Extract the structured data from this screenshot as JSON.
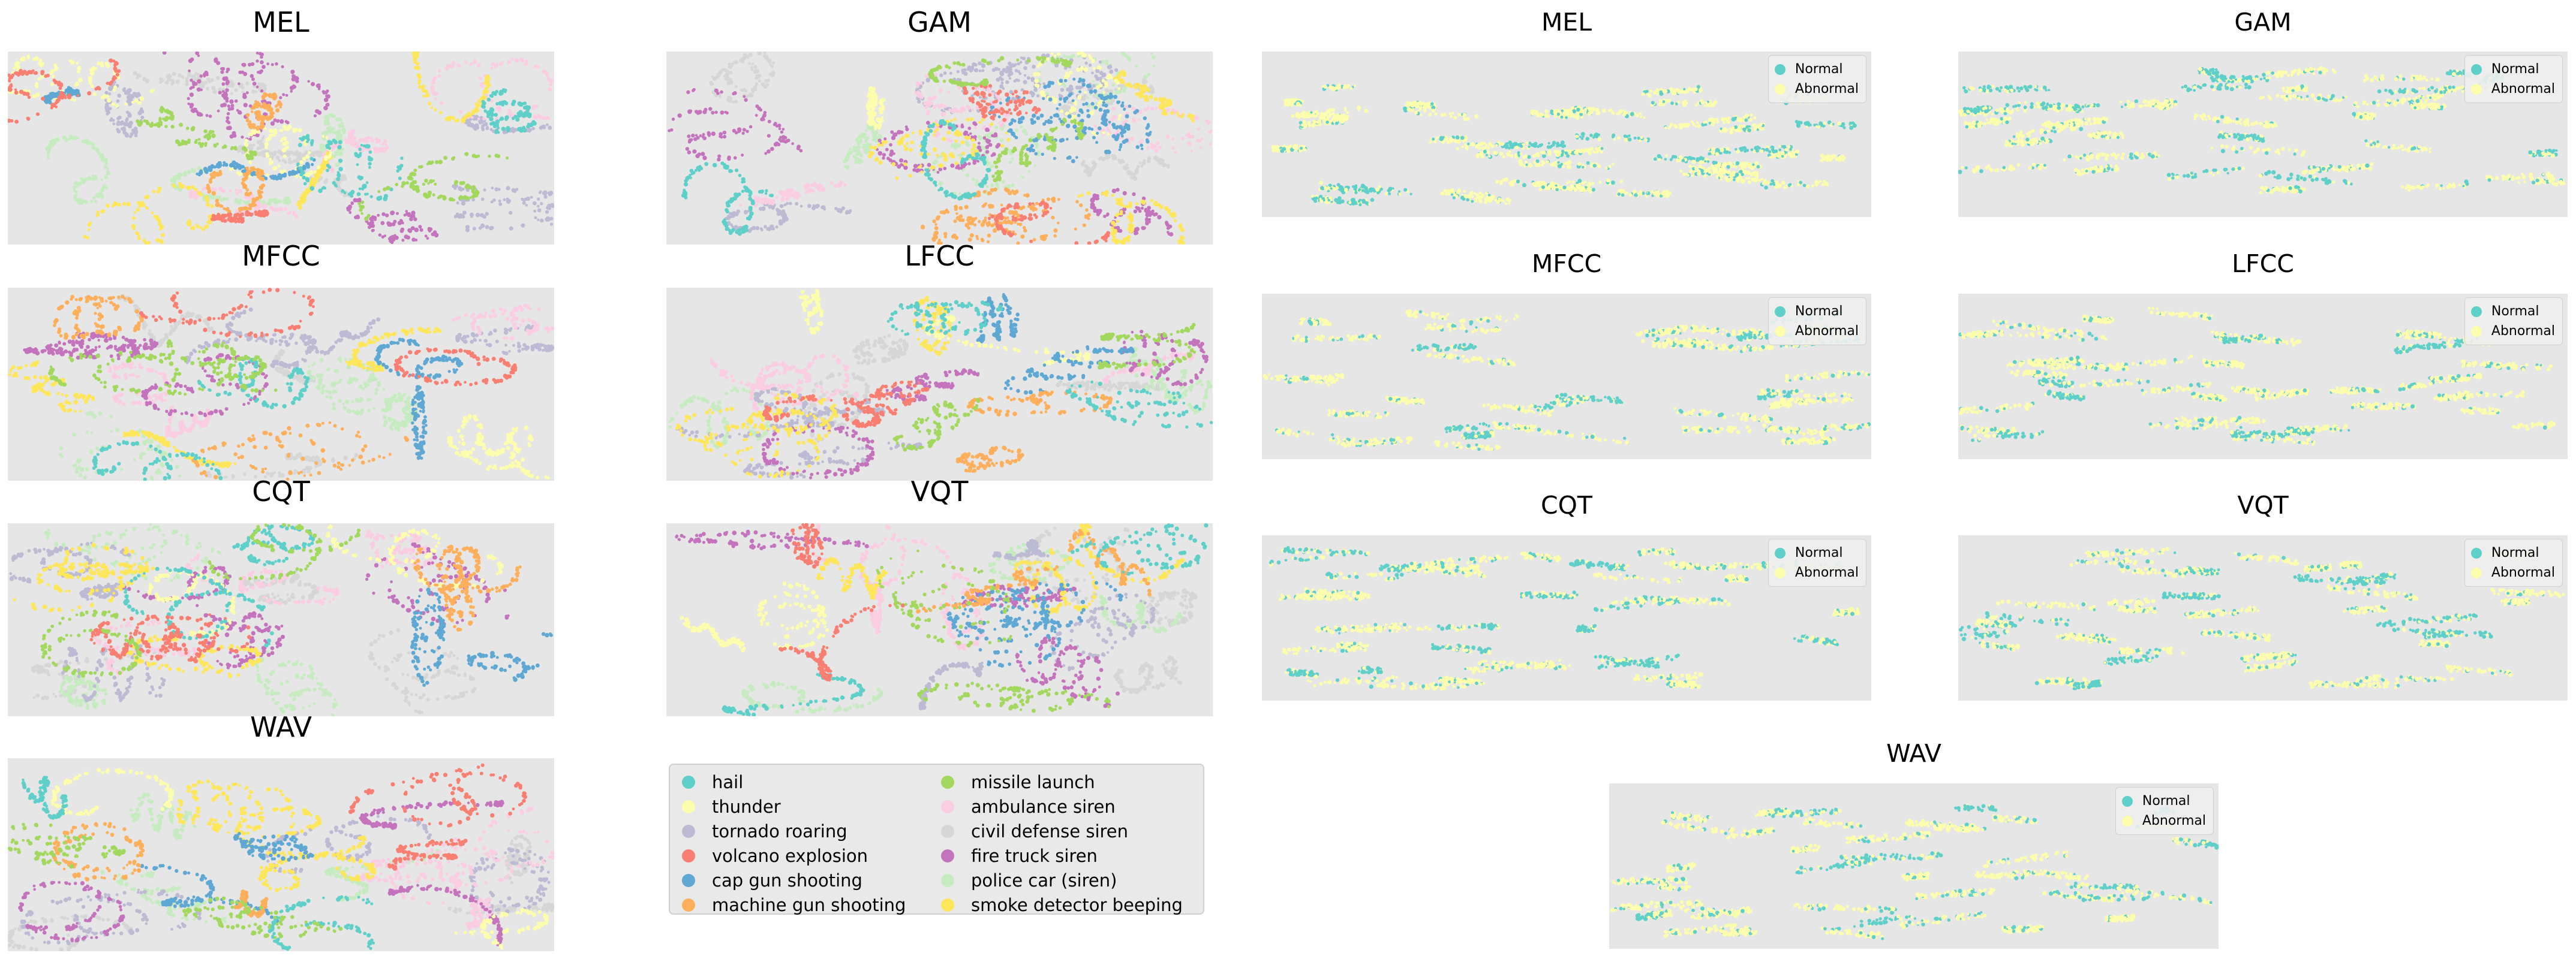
{
  "chart_data": [
    {
      "type": "scatter",
      "title": "MEL",
      "color_by": "class",
      "seed": 11
    },
    {
      "type": "scatter",
      "title": "GAM",
      "color_by": "class",
      "seed": 23
    },
    {
      "type": "scatter",
      "title": "MFCC",
      "color_by": "class",
      "seed": 37
    },
    {
      "type": "scatter",
      "title": "LFCC",
      "color_by": "class",
      "seed": 41
    },
    {
      "type": "scatter",
      "title": "CQT",
      "color_by": "class",
      "seed": 53
    },
    {
      "type": "scatter",
      "title": "VQT",
      "color_by": "class",
      "seed": 67
    },
    {
      "type": "scatter",
      "title": "WAV",
      "color_by": "class",
      "seed": 79
    },
    {
      "type": "scatter",
      "title": "MEL",
      "color_by": "anomaly",
      "seed": 83,
      "legend": "top-right"
    },
    {
      "type": "scatter",
      "title": "GAM",
      "color_by": "anomaly",
      "seed": 97,
      "legend": "top-right"
    },
    {
      "type": "scatter",
      "title": "MFCC",
      "color_by": "anomaly",
      "seed": 101,
      "legend": "top-right"
    },
    {
      "type": "scatter",
      "title": "LFCC",
      "color_by": "anomaly",
      "seed": 113,
      "legend": "top-right"
    },
    {
      "type": "scatter",
      "title": "CQT",
      "color_by": "anomaly",
      "seed": 127,
      "legend": "top-right"
    },
    {
      "type": "scatter",
      "title": "VQT",
      "color_by": "anomaly",
      "seed": 131,
      "legend": "top-right"
    },
    {
      "type": "scatter",
      "title": "WAV",
      "color_by": "anomaly",
      "seed": 139,
      "legend": "top-right"
    }
  ],
  "class_legend": [
    {
      "label": "hail",
      "color": "#5ecfc9"
    },
    {
      "label": "thunder",
      "color": "#fdfdae"
    },
    {
      "label": "tornado roaring",
      "color": "#bdbbd4"
    },
    {
      "label": "volcano explosion",
      "color": "#f87f72"
    },
    {
      "label": "cap gun shooting",
      "color": "#5ea8d3"
    },
    {
      "label": "machine gun shooting",
      "color": "#fdaf5c"
    },
    {
      "label": "missile launch",
      "color": "#a3d85e"
    },
    {
      "label": "ambulance siren",
      "color": "#fbcde2"
    },
    {
      "label": "civil defense siren",
      "color": "#d6d6d6"
    },
    {
      "label": "fire truck siren",
      "color": "#c473bd"
    },
    {
      "label": "police car (siren)",
      "color": "#c7ebc1"
    },
    {
      "label": "smoke detector beeping",
      "color": "#fde65a"
    }
  ],
  "anomaly_legend": [
    {
      "label": "Normal",
      "color": "#5ecfc9"
    },
    {
      "label": "Abnormal",
      "color": "#fdfdae"
    }
  ]
}
